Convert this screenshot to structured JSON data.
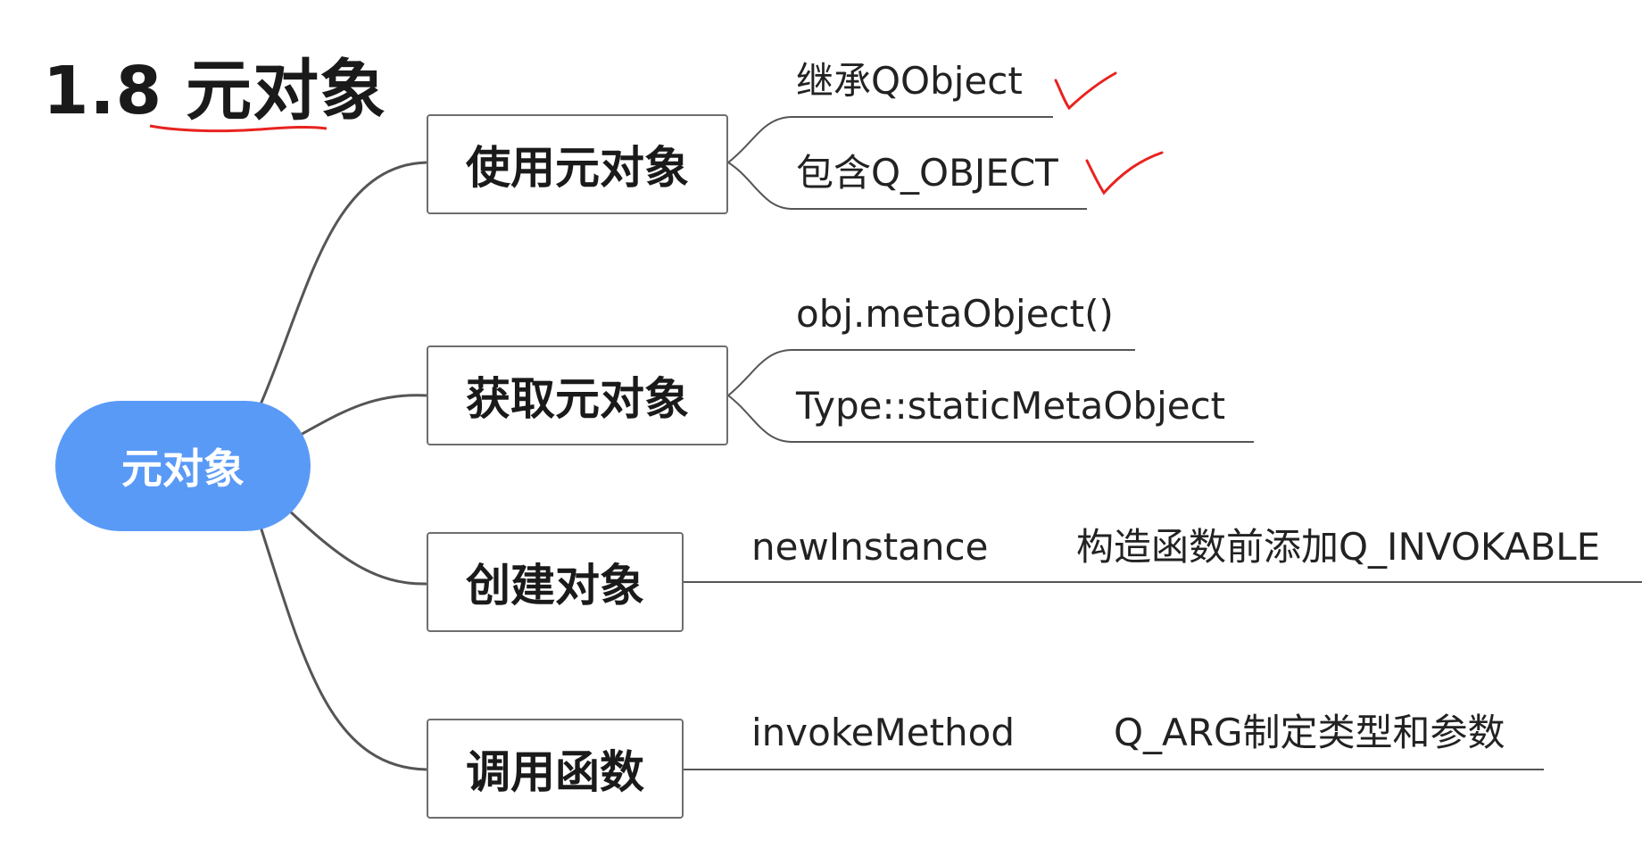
{
  "title": {
    "number": "1.8",
    "text": "元对象"
  },
  "root": {
    "label": "元对象"
  },
  "branches": [
    {
      "label": "使用元对象",
      "items": [
        {
          "text": "继承QObject",
          "checked": true
        },
        {
          "text": "包含Q_OBJECT",
          "checked": true
        }
      ]
    },
    {
      "label": "获取元对象",
      "items": [
        {
          "text": "obj.metaObject()"
        },
        {
          "text": "Type::staticMetaObject"
        }
      ]
    },
    {
      "label": "创建对象",
      "items": [
        {
          "text": "newInstance",
          "note": "构造函数前添加Q_INVOKABLE"
        }
      ]
    },
    {
      "label": "调用函数",
      "items": [
        {
          "text": "invokeMethod",
          "note": "Q_ARG制定类型和参数"
        }
      ]
    }
  ],
  "colors": {
    "root_fill": "#5a9af7",
    "connector": "#555555",
    "annotation": "#e8231f",
    "node_border": "#6e6e6e"
  }
}
